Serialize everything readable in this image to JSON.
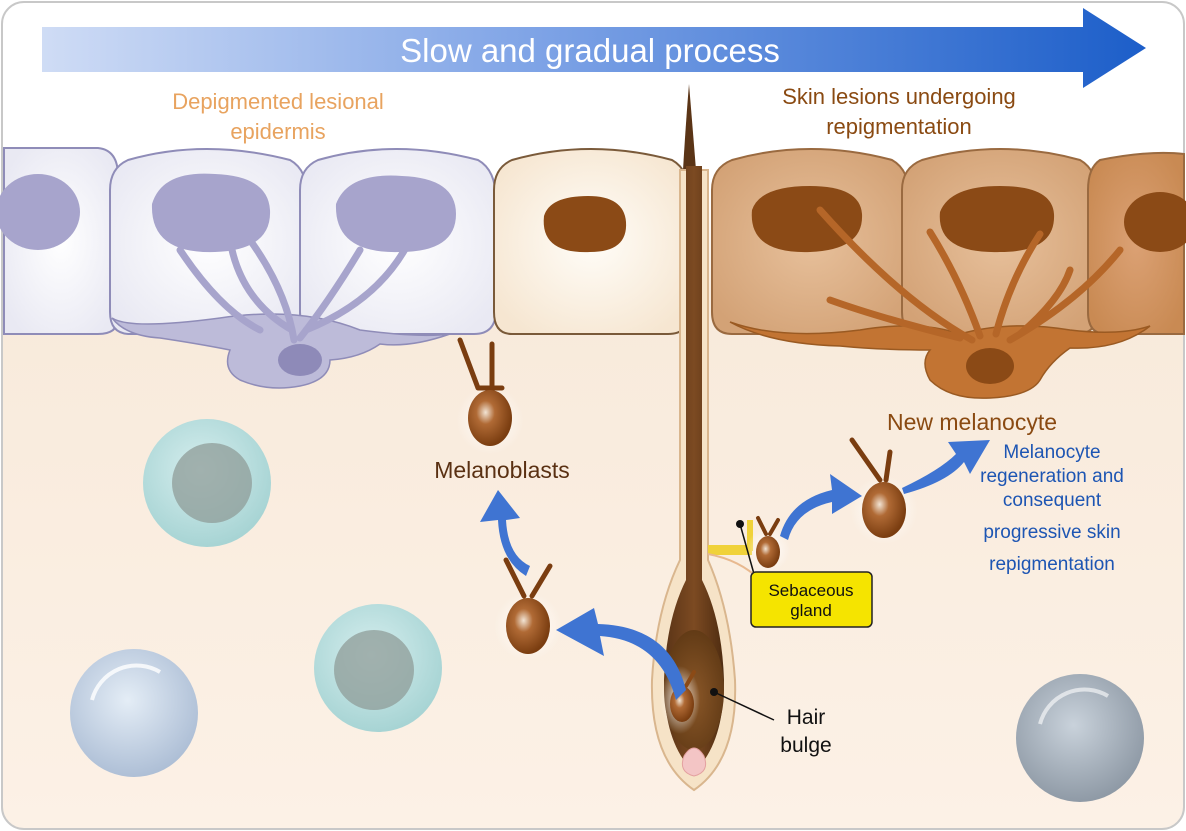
{
  "header": {
    "title": "Slow and gradual process"
  },
  "labels": {
    "depigmented_line1": "Depigmented lesional",
    "depigmented_line2": "epidermis",
    "repig_line1": "Skin lesions undergoing",
    "repig_line2": "repigmentation",
    "melanoblasts": "Melanoblasts",
    "new_melanocyte": "New melanocyte",
    "regen_line1": "Melanocyte",
    "regen_line2": "regeneration and",
    "regen_line3": "consequent",
    "regen_line4": "progressive skin",
    "regen_line5": "repigmentation",
    "sebaceous_line1": "Sebaceous",
    "sebaceous_line2": "gland",
    "hair_line1": "Hair",
    "hair_line2": "bulge"
  },
  "colors": {
    "arrow_blue": "#1f5fc8",
    "label_orange": "#e8a35f",
    "label_brown": "#8a4a12",
    "label_blue": "#1d55b3",
    "sebaceous_yellow": "#f5e400",
    "depigmented_cell": "#a7a4cc",
    "pigment_brown": "#8b4a16"
  }
}
